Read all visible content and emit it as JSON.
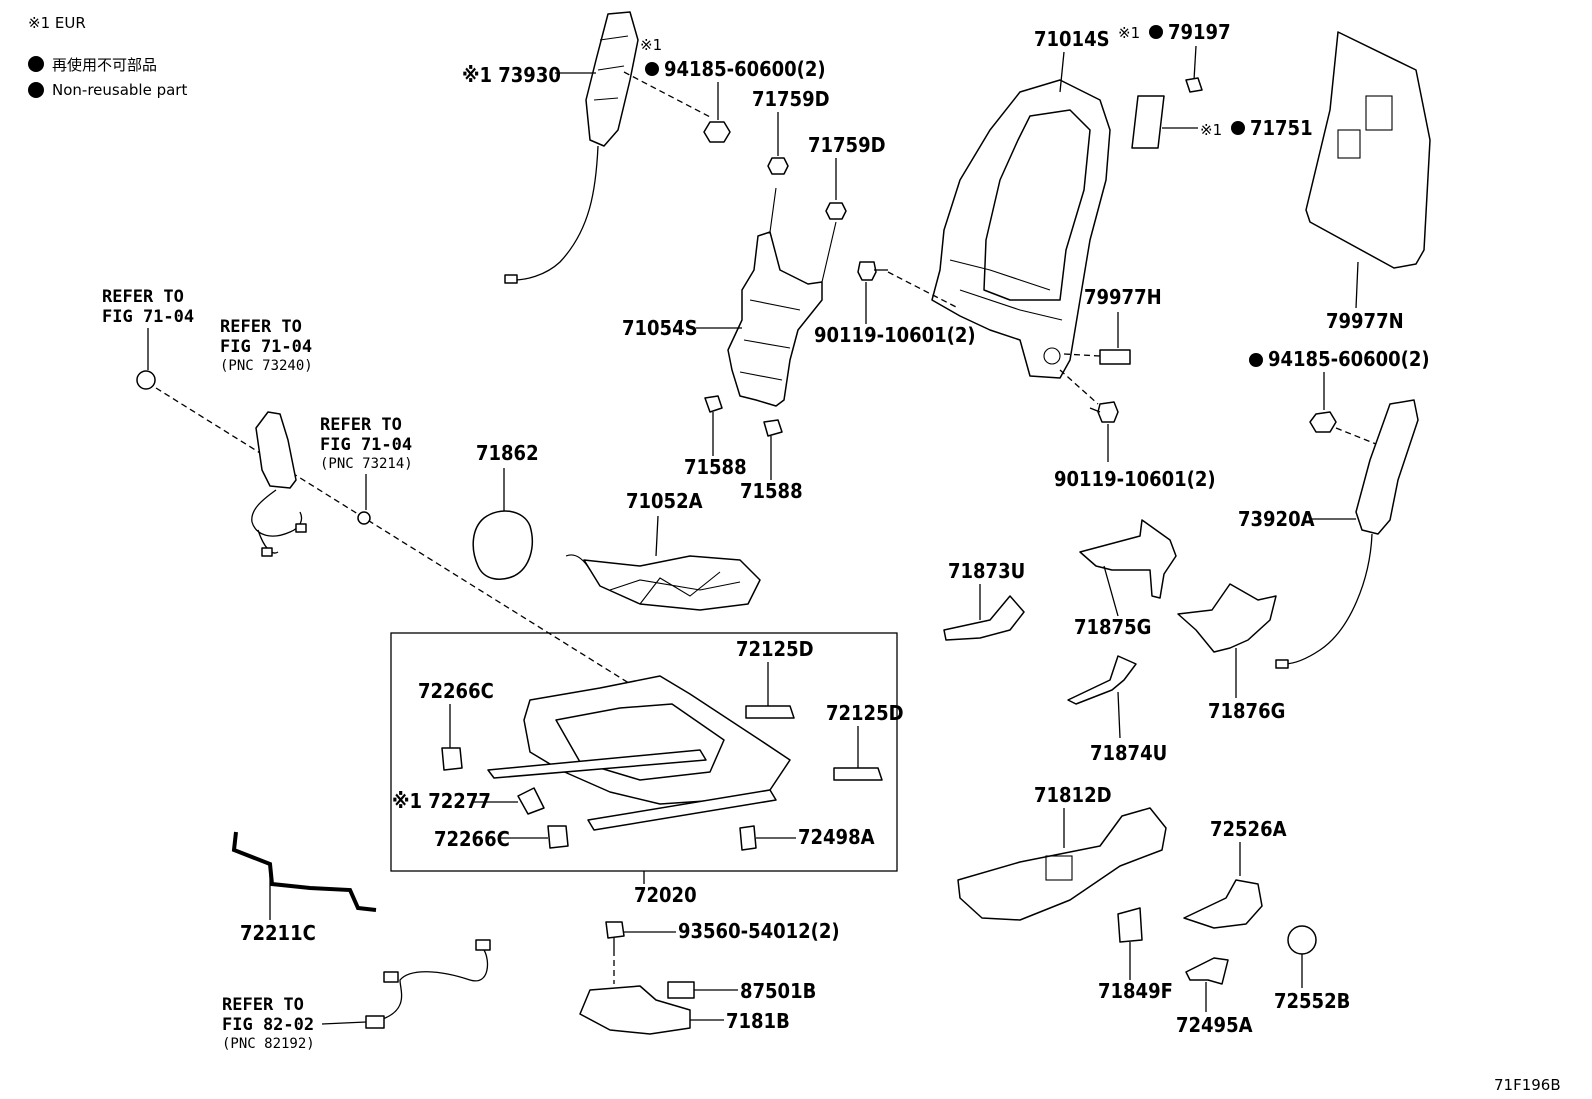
{
  "legend": {
    "note": "※1 EUR",
    "items": [
      "再使用不可部品",
      "Non-reusable part"
    ]
  },
  "footer_code": "71F196B",
  "labels": {
    "p73930": "※1 73930",
    "p94185_top_mark": "※1",
    "p94185_top": "94185-60600(2)",
    "p71759D_a": "71759D",
    "p71759D_b": "71759D",
    "p71014S": "71014S",
    "p79197": "※1 79197",
    "p71751": "※1 71751",
    "p79977N": "79977N",
    "p79977H": "79977H",
    "p90119_a": "90119-10601(2)",
    "p90119_b": "90119-10601(2)",
    "p71054S": "71054S",
    "p71588_a": "71588",
    "p71588_b": "71588",
    "p94185_right": "94185-60600(2)",
    "p73920A": "73920A",
    "p71862": "71862",
    "p71052A": "71052A",
    "p71873U": "71873U",
    "p71875G": "71875G",
    "p71876G": "71876G",
    "p71874U": "71874U",
    "p72125D_a": "72125D",
    "p72125D_b": "72125D",
    "p72266C_a": "72266C",
    "p72266C_b": "72266C",
    "p72277": "※1 72277",
    "p72498A": "72498A",
    "p72020": "72020",
    "p72211C": "72211C",
    "p93560": "93560-54012(2)",
    "p87501B": "87501B",
    "p7181B": "7181B",
    "p71812D": "71812D",
    "p72526A": "72526A",
    "p71849F": "71849F",
    "p72495A": "72495A",
    "p72552B": "72552B"
  },
  "refs": {
    "r1": {
      "a": "REFER TO",
      "b": "FIG 71-04"
    },
    "r2": {
      "a": "REFER TO",
      "b": "FIG 71-04",
      "c": "(PNC 73240)"
    },
    "r3": {
      "a": "REFER TO",
      "b": "FIG 71-04",
      "c": "(PNC 73214)"
    },
    "r4": {
      "a": "REFER TO",
      "b": "FIG 82-02",
      "c": "(PNC 82192)"
    }
  }
}
